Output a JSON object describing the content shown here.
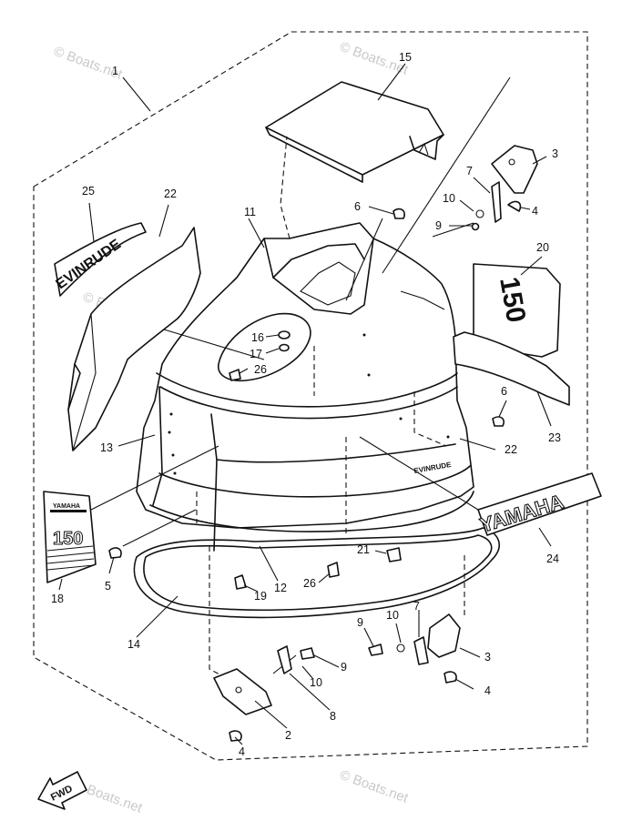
{
  "watermark": "© Boats.net",
  "callouts": [
    {
      "id": "p1",
      "text": "1"
    },
    {
      "id": "p15",
      "text": "15"
    },
    {
      "id": "p3a",
      "text": "3"
    },
    {
      "id": "p7a",
      "text": "7"
    },
    {
      "id": "p10a",
      "text": "10"
    },
    {
      "id": "p4a",
      "text": "4"
    },
    {
      "id": "p9a",
      "text": "9"
    },
    {
      "id": "p6a",
      "text": "6"
    },
    {
      "id": "p25",
      "text": "25"
    },
    {
      "id": "p22a",
      "text": "22"
    },
    {
      "id": "p11",
      "text": "11"
    },
    {
      "id": "p20",
      "text": "20"
    },
    {
      "id": "p16",
      "text": "16"
    },
    {
      "id": "p17",
      "text": "17"
    },
    {
      "id": "p26a",
      "text": "26"
    },
    {
      "id": "p6b",
      "text": "6"
    },
    {
      "id": "p13",
      "text": "13"
    },
    {
      "id": "p23",
      "text": "23"
    },
    {
      "id": "p22b",
      "text": "22"
    },
    {
      "id": "p24",
      "text": "24"
    },
    {
      "id": "p5",
      "text": "5"
    },
    {
      "id": "p18",
      "text": "18"
    },
    {
      "id": "p21",
      "text": "21"
    },
    {
      "id": "p26b",
      "text": "26"
    },
    {
      "id": "p12",
      "text": "12"
    },
    {
      "id": "p19",
      "text": "19"
    },
    {
      "id": "p14",
      "text": "14"
    },
    {
      "id": "p7b",
      "text": "7"
    },
    {
      "id": "p10b",
      "text": "10"
    },
    {
      "id": "p9b",
      "text": "9"
    },
    {
      "id": "p3b",
      "text": "3"
    },
    {
      "id": "p9c",
      "text": "9"
    },
    {
      "id": "p10c",
      "text": "10"
    },
    {
      "id": "p4b",
      "text": "4"
    },
    {
      "id": "p8",
      "text": "8"
    },
    {
      "id": "p2",
      "text": "2"
    },
    {
      "id": "p4c",
      "text": "4"
    }
  ],
  "decals": {
    "yamaha_logo": "YAMAHA",
    "model_number": "150",
    "small_brand": "YAMAHA",
    "side_script": "EVINRUDE",
    "fwd_arrow": "FWD"
  }
}
